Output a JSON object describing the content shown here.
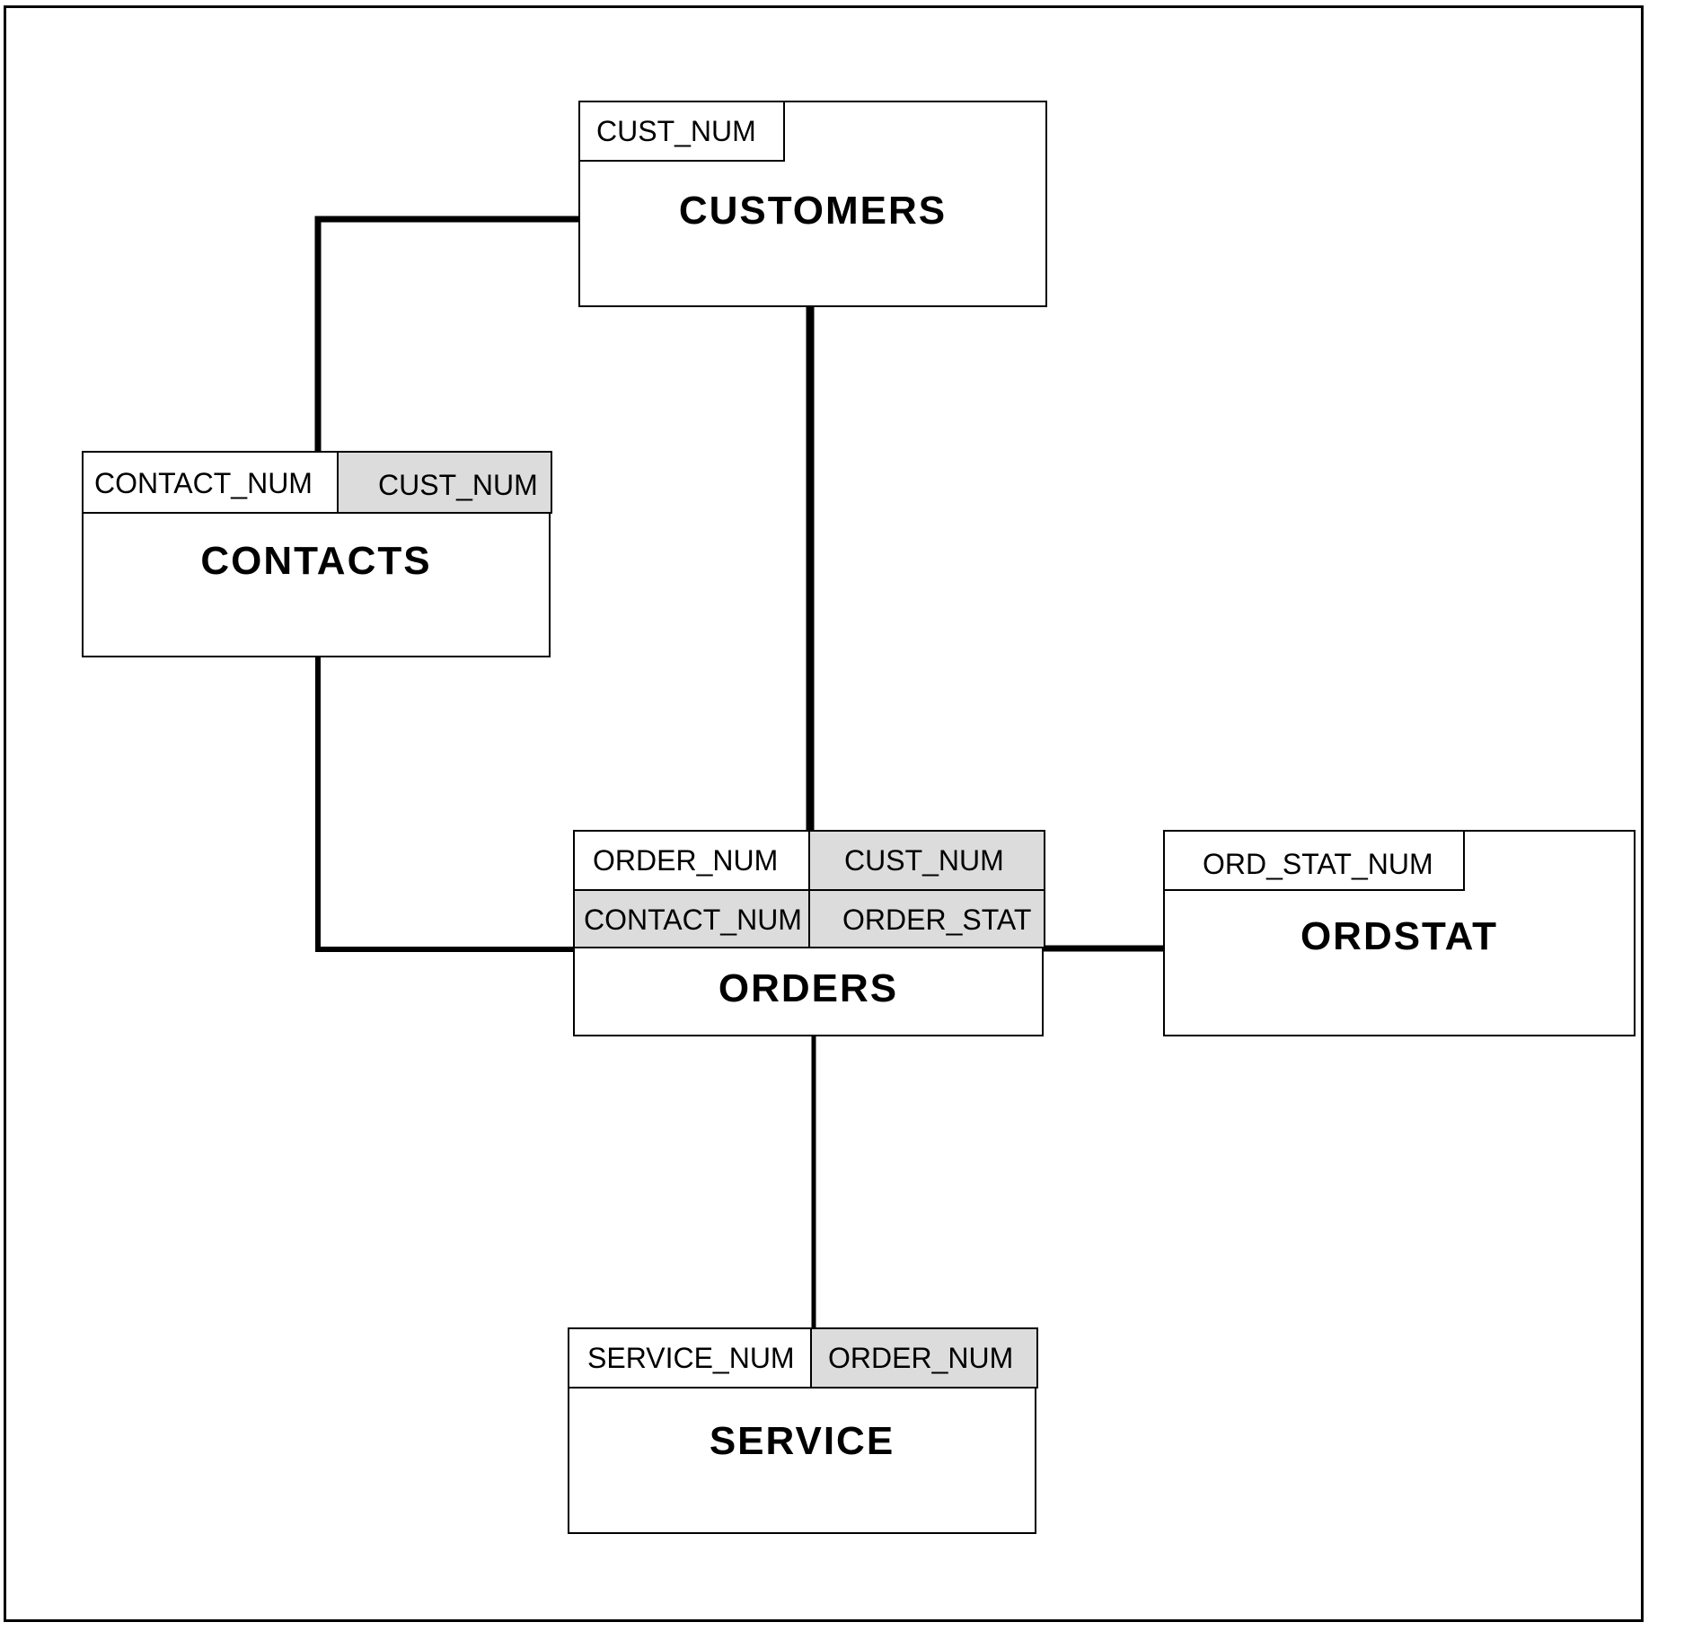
{
  "entities": {
    "customers": {
      "name": "CUSTOMERS",
      "keys": [
        "CUST_NUM"
      ]
    },
    "contacts": {
      "name": "CONTACTS",
      "keys": [
        "CONTACT_NUM",
        "CUST_NUM"
      ]
    },
    "orders": {
      "name": "ORDERS",
      "keys": [
        "ORDER_NUM",
        "CUST_NUM",
        "CONTACT_NUM",
        "ORDER_STAT"
      ]
    },
    "ordstat": {
      "name": "ORDSTAT",
      "keys": [
        "ORD_STAT_NUM"
      ]
    },
    "service": {
      "name": "SERVICE",
      "keys": [
        "SERVICE_NUM",
        "ORDER_NUM"
      ]
    }
  },
  "colors": {
    "line": "#000000",
    "foreign_key_fill": "#dcdcdc",
    "primary_key_fill": "#ffffff"
  }
}
